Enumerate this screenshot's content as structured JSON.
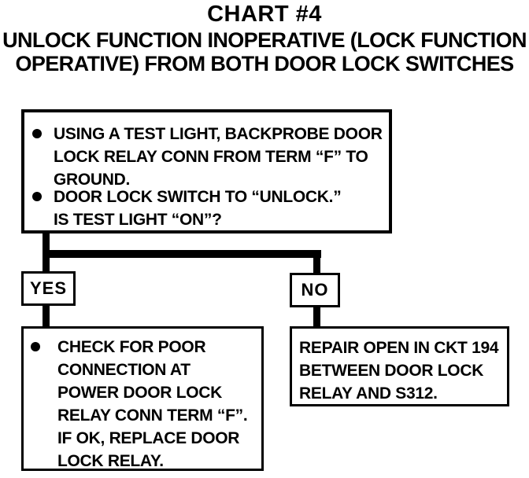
{
  "colors": {
    "ink": "#000000",
    "paper": "#ffffff"
  },
  "title": {
    "line1": "CHART #4",
    "line2": "UNLOCK FUNCTION INOPERATIVE (LOCK FUNCTION",
    "line3": "OPERATIVE) FROM BOTH DOOR LOCK SWITCHES"
  },
  "flowchart": {
    "decision_box": {
      "bullets": [
        "USING A TEST LIGHT, BACKPROBE DOOR\nLOCK RELAY CONN FROM TERM “F” TO\nGROUND.",
        "DOOR LOCK SWITCH TO “UNLOCK.”\nIS TEST LIGHT “ON”?"
      ]
    },
    "yes_branch": {
      "label": "YES",
      "action": "CHECK FOR POOR\nCONNECTION AT\nPOWER DOOR LOCK\nRELAY CONN TERM “F”.\nIF OK, REPLACE DOOR\nLOCK RELAY."
    },
    "no_branch": {
      "label": "NO",
      "action": "REPAIR OPEN IN CKT 194\nBETWEEN DOOR LOCK\nRELAY AND S312."
    }
  }
}
